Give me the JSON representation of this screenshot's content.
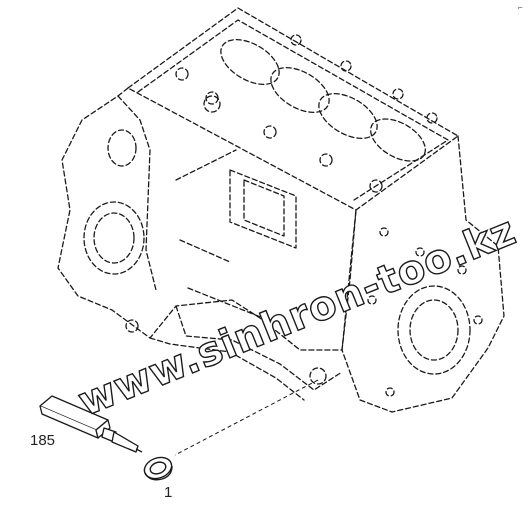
{
  "callouts": {
    "sealant_tube": "185",
    "seal_ring": "1"
  },
  "corner_mark": "⌐",
  "watermark": "www.sinhron-too.kz",
  "colors": {
    "line": "#1a1a1a",
    "background": "#ffffff"
  }
}
